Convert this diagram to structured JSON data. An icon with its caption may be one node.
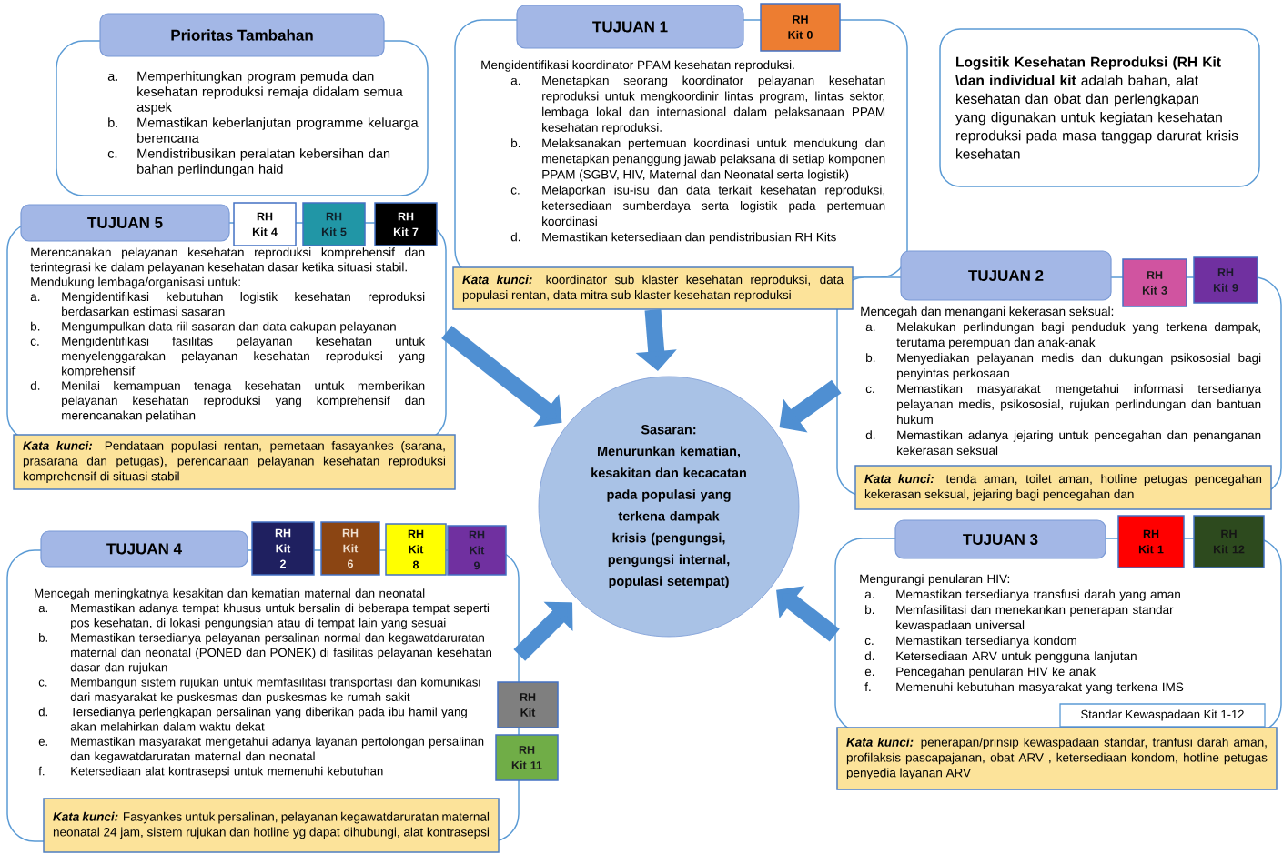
{
  "diagram": {
    "nodes": [
      {
        "text": [
          "Prioritas Tambahan"
        ]
      },
      {
        "text": [
          "a.",
          "Memperhitungkan program pemuda dan kesehatan reproduksi remaja didalam semua aspek",
          "b.",
          "Memastikan keberlanjutan programme keluarga berencana",
          "c.",
          "Mendistribusikan peralatan kebersihan dan bahan perlindungan haid"
        ]
      },
      {
        "text": [
          "TUJUAN 1"
        ]
      },
      {
        "text": [
          "RH Kit 0"
        ]
      },
      {
        "text": [
          "Mengidentifikasi koordinator PPAM kesehatan reproduksi.",
          "a.",
          "Menetapkan seorang koordinator pelayanan kesehatan reproduksi untuk mengkoordinir lintas program, lintas sektor, lembaga lokal dan internasional dalam pelaksanaan PPAM kesehatan reproduksi.",
          "b.",
          "Melaksanakan pertemuan koordinasi untuk mendukung dan menetapkan penanggung jawab pelaksana di setiap komponen PPAM (SGBV, HIV, Maternal dan Neonatal serta logistik)",
          "c.",
          "Melaporkan isu-isu dan data terkait kesehatan reproduksi, ketersediaan sumberdaya serta logistik pada pertemuan koordinasi",
          "d.",
          "Memastikan ketersediaan dan pendistribusian RH Kits"
        ]
      },
      {
        "text": [
          "Kata kunci:",
          "koordinator sub klaster kesehatan reproduksi, data populasi rentan, data mitra sub klaster kesehatan reproduksi"
        ]
      },
      {
        "text": [
          "**Logsitik Kesehatan Reproduksi (RH Kit \\dan individual kit** adalah bahan, alat kesehatan dan obat dan perlengkapan yang digunakan untuk kegiatan kesehatan reproduksi pada masa tanggap darurat krisis kesehatan"
        ]
      },
      {
        "text": [
          "TUJUAN 5"
        ]
      },
      {
        "text": [
          "RH Kit 4"
        ]
      },
      {
        "text": [
          "RH Kit 5"
        ]
      },
      {
        "text": [
          "RH Kit 7"
        ]
      },
      {
        "text": [
          "Merencanakan pelayanan kesehatan reproduksi komprehensif dan terintegrasi ke dalam pelayanan kesehatan dasar ketika situasi stabil.",
          "Mendukung lembaga/organisasi untuk:",
          "a.",
          "Mengidentifikasi kebutuhan logistik kesehatan reproduksi berdasarkan estimasi sasaran",
          "b.",
          "Mengumpulkan data riil sasaran dan data cakupan pelayanan",
          "c.",
          "Mengidentifikasi fasilitas pelayanan kesehatan untuk menyelenggarakan pelayanan kesehatan reproduksi yang komprehensif",
          "d.",
          "Menilai kemampuan tenaga kesehatan untuk memberikan pelayanan kesehatan reproduksi yang komprehensif dan merencanakan pelatihan"
        ]
      },
      {
        "text": [
          "Kata kunci:",
          "Pendataan populasi rentan, pemetaan fasayankes (sarana, prasarana dan petugas), perencanaan pelayanan kesehatan reproduksi komprehensif di situasi stabil"
        ]
      },
      {
        "text": [
          "TUJUAN 2"
        ]
      },
      {
        "text": [
          "RH Kit 3"
        ]
      },
      {
        "text": [
          "RH Kit 9"
        ]
      },
      {
        "text": [
          "Mencegah dan menangani kekerasan seksual:",
          "a.",
          "Melakukan perlindungan bagi penduduk yang terkena dampak, terutama perempuan dan anak-anak",
          "b.",
          "Menyediakan pelayanan medis dan dukungan psikososial bagi penyintas perkosaan",
          "c.",
          "Memastikan masyarakat mengetahui informasi tersedianya pelayanan medis, psikososial, rujukan perlindungan dan bantuan hukum",
          "d.",
          "Memastikan adanya jejaring untuk pencegahan dan penanganan kekerasan seksual"
        ]
      },
      {
        "text": [
          "Kata kunci:",
          "tenda aman, toilet aman, hotline petugas pencegahan kekerasan seksual, jejaring bagi pencegahan dan"
        ]
      },
      {
        "text": [
          "Sasaran:",
          "Menurunkan kematian, kesakitan dan kecacatan pada populasi yang terkena dampak krisis (pengungsi, pengungsi internal, populasi setempat)"
        ]
      },
      {
        "text": [
          "TUJUAN 4"
        ]
      },
      {
        "text": [
          "RH Kit 2"
        ]
      },
      {
        "text": [
          "RH Kit 6"
        ]
      },
      {
        "text": [
          "RH Kit 8"
        ]
      },
      {
        "text": [
          "RH Kit 9"
        ]
      },
      {
        "text": [
          "Mencegah meningkatnya kesakitan dan kematian maternal dan neonatal",
          "a.",
          "Memastikan adanya tempat khusus untuk bersalin di beberapa tempat seperti pos kesehatan, di lokasi pengungsian atau di tempat lain yang sesuai",
          "b.",
          "Memastikan tersedianya pelayanan persalinan normal dan kegawatdaruratan maternal dan neonatal (PONED dan PONEK) di fasilitas pelayanan kesehatan dasar dan rujukan",
          "c.",
          "Membangun sistem rujukan untuk memfasilitasi transportasi dan komunikasi dari masyarakat ke puskesmas dan puskesmas ke rumah sakit",
          "d.",
          "Tersedianya perlengkapan persalinan yang diberikan pada ibu hamil yang akan melahirkan dalam waktu dekat",
          "e.",
          "Memastikan masyarakat mengetahui adanya layanan pertolongan persalinan dan kegawatdaruratan maternal dan neonatal",
          "f.",
          "Ketersediaan alat kontrasepsi untuk memenuhi kebutuhan"
        ]
      },
      {
        "text": [
          "RH Kit"
        ]
      },
      {
        "text": [
          "RH Kit 11"
        ]
      },
      {
        "text": [
          "Kata kunci:",
          "Fasyankes untuk persalinan, pelayanan kegawatdaruratan maternal neonatal 24 jam, sistem rujukan dan hotline yg dapat dihubungi, alat kontrasepsi"
        ]
      },
      {
        "text": [
          "TUJUAN 3"
        ]
      },
      {
        "text": [
          "RH Kit 1"
        ]
      },
      {
        "text": [
          "RH Kit 12"
        ]
      },
      {
        "text": [
          "Mengurangi penularan HIV:",
          "a.",
          "Memastikan tersedianya transfusi darah yang aman",
          "b.",
          "Memfasilitasi dan menekankan penerapan standar kewaspadaan universal",
          "c.",
          "Memastikan tersedianya kondom",
          "d.",
          "Ketersediaan ARV untuk pengguna lanjutan",
          "e.",
          "Pencegahan penularan HIV ke anak",
          "f.",
          "Memenuhi kebutuhan masyarakat yang terkena IMS"
        ]
      },
      {
        "text": [
          "Standar Kewaspadaan Kit 1-12"
        ],
        "in": 31
      },
      {
        "text": [
          "Kata kunci:",
          "penerapan/prinsip kewaspadaan standar, tranfusi darah aman, profilaksis pascapajanan, obat ARV , ketersediaan kondom, hotline petugas penyedia layanan ARV"
        ]
      }
    ],
    "edges": [
      {
        "from": 5,
        "to": 18,
        "arrow": "to"
      },
      {
        "from": 11,
        "to": 18,
        "arrow": "to"
      },
      {
        "from": 16,
        "to": 18,
        "arrow": "to"
      },
      {
        "from": 24,
        "to": 18,
        "arrow": "to"
      },
      {
        "from": 31,
        "to": 18,
        "arrow": "to"
      }
    ]
  }
}
